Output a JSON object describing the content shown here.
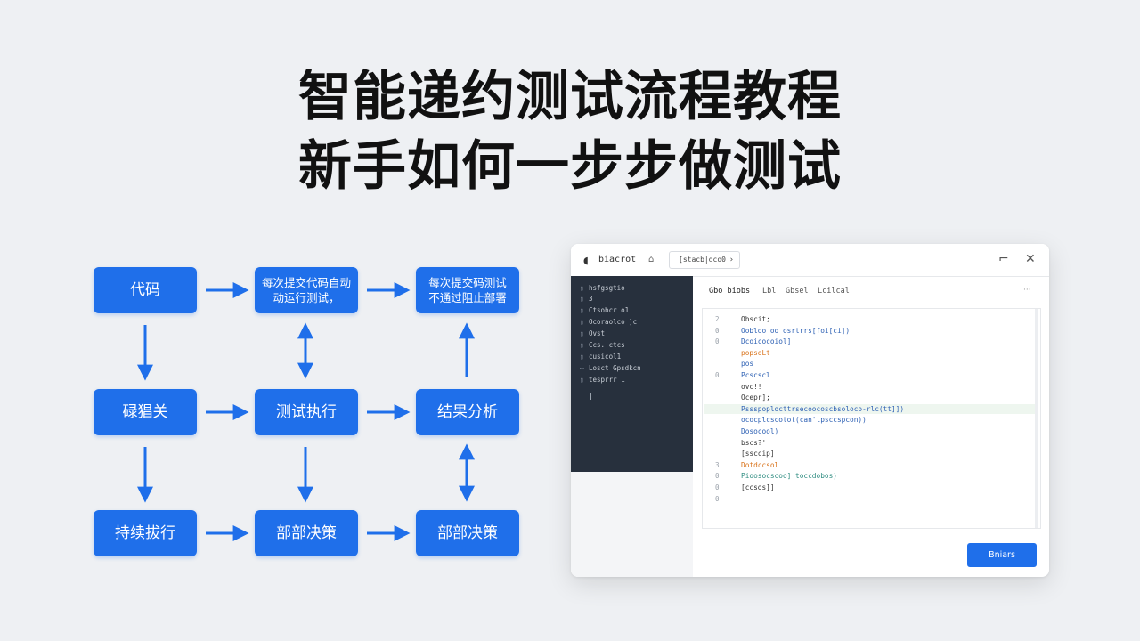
{
  "title": {
    "line1": "智能递约测试流程教程",
    "line2": "新手如何一步步做测试"
  },
  "flow": {
    "nodes": [
      {
        "id": "n1",
        "label": "代码"
      },
      {
        "id": "n2",
        "label": "每次提交代码自动\n动运行测试，"
      },
      {
        "id": "n3",
        "label": "每次提交码测试\n不通过阻止部署"
      },
      {
        "id": "n4",
        "label": "碌猖关"
      },
      {
        "id": "n5",
        "label": "测试执行"
      },
      {
        "id": "n6",
        "label": "结果分析"
      },
      {
        "id": "n7",
        "label": "持续拔行"
      },
      {
        "id": "n8",
        "label": "部部决策"
      },
      {
        "id": "n9",
        "label": "部部决策"
      }
    ],
    "colors": {
      "node": "#1f6fea",
      "arrow": "#1f6fea"
    }
  },
  "window": {
    "app_name": "biacrot",
    "breadcrumb": "[stacb|dco0",
    "sidebar_items": [
      {
        "icon": "▯",
        "text": "hsfgsgtio"
      },
      {
        "icon": "▯",
        "text": "3"
      },
      {
        "icon": "▯",
        "text": "Ctsobcr o1"
      },
      {
        "icon": "▯",
        "text": "Ocoraolco ]c"
      },
      {
        "icon": "▯",
        "text": "Ovst"
      },
      {
        "icon": "▯",
        "text": "Ccs. ctcs"
      },
      {
        "icon": "▯",
        "text": "cusicol1"
      },
      {
        "icon": "▭",
        "text": "Losct Gpsdkcn"
      },
      {
        "icon": "▯",
        "text": "tesprrr 1"
      }
    ],
    "tabs": [
      "Gbo biobs",
      "Lbl",
      "Gbsel",
      "Lcilcal"
    ],
    "gutter": [
      "2",
      "0",
      "0",
      "",
      "",
      "0",
      "",
      "",
      "",
      "",
      "",
      "",
      "",
      "3",
      "0",
      "0",
      "0"
    ],
    "code_lines": [
      {
        "text": "Obscit;",
        "color": "dark"
      },
      {
        "text": "Oobloo oo osrtrrs[foi[ci])",
        "color": "blue"
      },
      {
        "text": "Dcoicocoiol]",
        "color": "blue"
      },
      {
        "text": "popsoLt",
        "color": "orange"
      },
      {
        "text": "pos",
        "color": "blue"
      },
      {
        "text": "Pcscscl",
        "color": "blue"
      },
      {
        "text": "ovc!!",
        "color": "dark"
      },
      {
        "text": "Ocepr];",
        "color": "dark"
      },
      {
        "text": "Pssspoplocttrsecoocoscbsoloco-rlc(tt]])",
        "color": "blue"
      },
      {
        "text": "ococplcscotot(can'tpsccspcon))",
        "color": "blue"
      },
      {
        "text": "Dosocool)",
        "color": "blue"
      },
      {
        "text": "bscs?'",
        "color": "dark"
      },
      {
        "text": "[ssccip]",
        "color": "dark"
      },
      {
        "text": "Dotdccsol",
        "color": "orange"
      },
      {
        "text": "Pioosocscoo] toccdobos)",
        "color": "teal"
      },
      {
        "text": "[ccsos]]",
        "color": "dark"
      }
    ],
    "submit_label": "Bniars",
    "window_controls": {
      "minimize": "⌐",
      "close": "✕"
    },
    "more_label": "···",
    "pin_label": "⌂",
    "logo": "◖"
  }
}
